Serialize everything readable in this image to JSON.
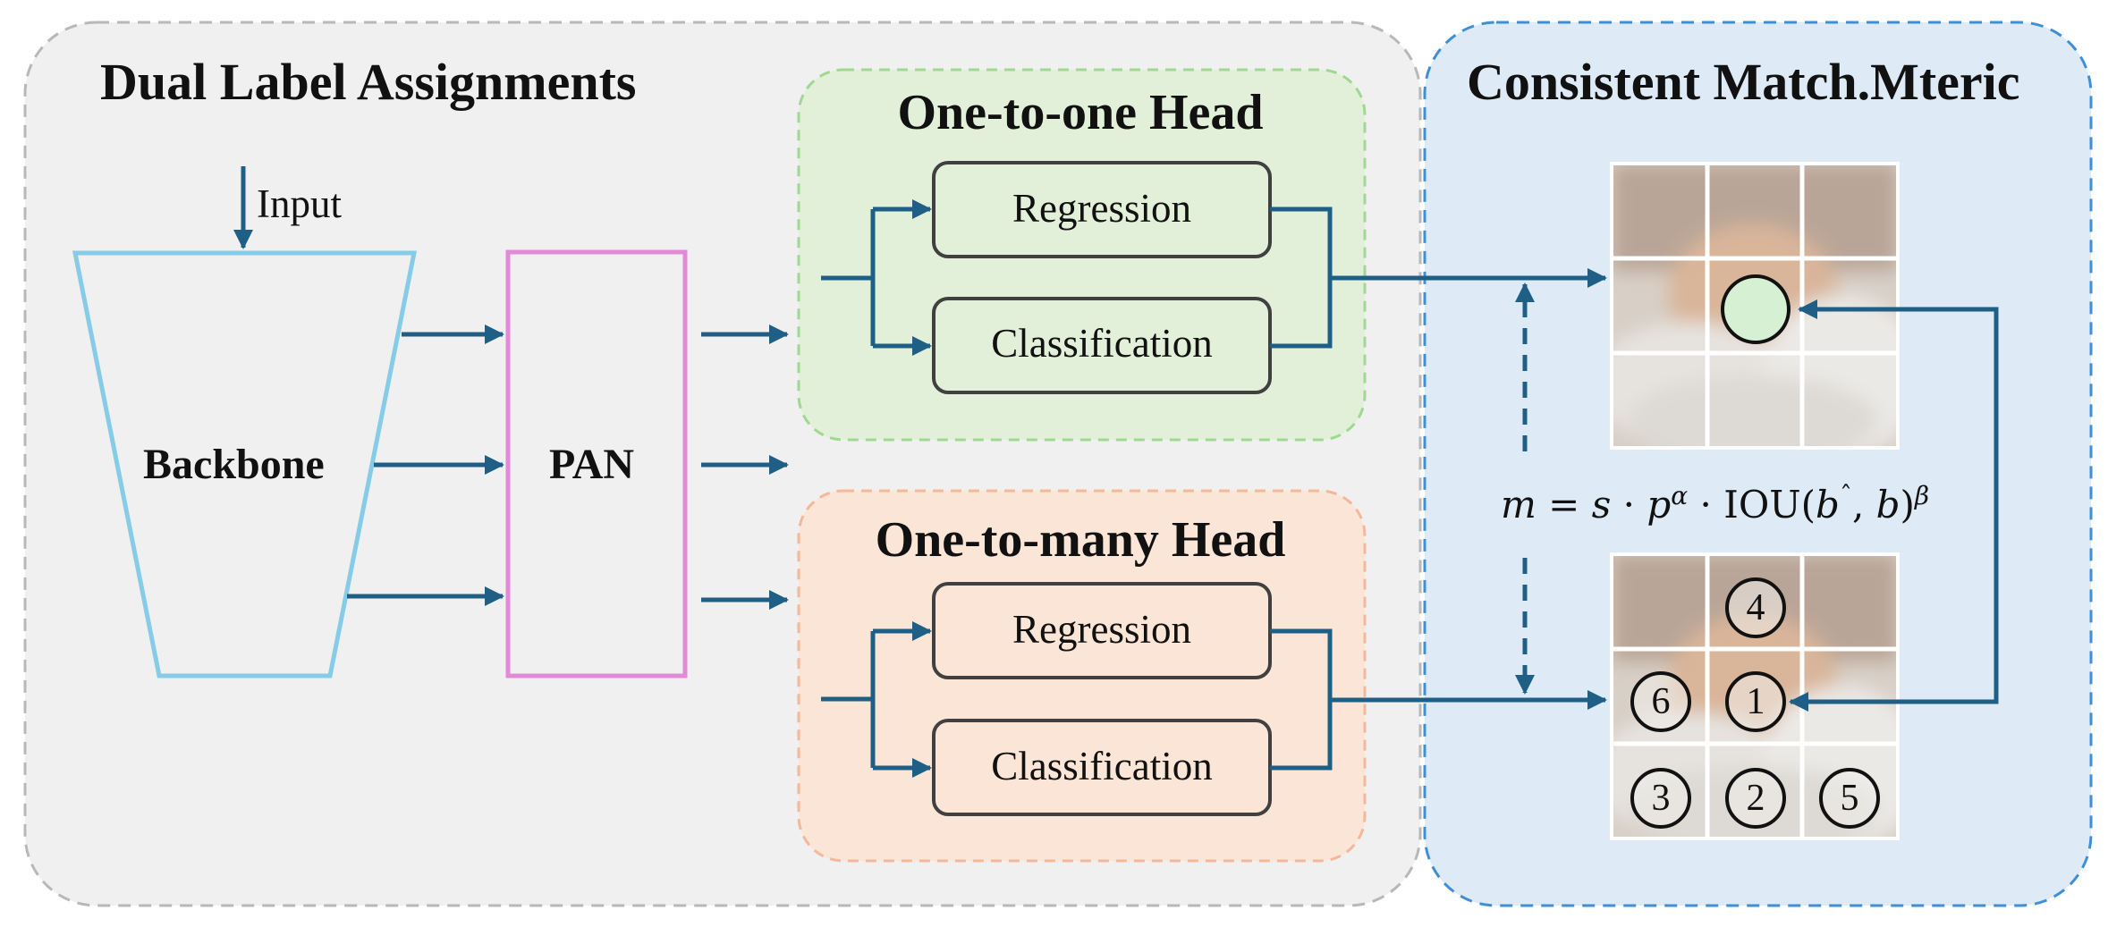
{
  "left_panel": {
    "title": "Dual Label Assignments"
  },
  "right_panel": {
    "title": "Consistent Match.Mteric"
  },
  "input": {
    "label": "Input"
  },
  "backbone": {
    "label": "Backbone"
  },
  "pan": {
    "label": "PAN"
  },
  "one_to_one_head": {
    "title": "One-to-one Head",
    "regression": "Regression",
    "classification": "Classification"
  },
  "one_to_many_head": {
    "title": "One-to-many Head",
    "regression": "Regression",
    "classification": "Classification"
  },
  "formula": {
    "m": "m",
    "eq": " = ",
    "s": "s",
    "dot": " · ",
    "p": "p",
    "alpha": "α",
    "iou": "IOU(",
    "b_hat": "b",
    "hat": "ˆ",
    "comma": ", ",
    "b": "b",
    "close": ")",
    "beta": "β"
  },
  "anchor_numbers": [
    "4",
    "6",
    "1",
    "3",
    "2",
    "5"
  ],
  "colors": {
    "arrow": "#1f5f85",
    "backbone_border": "#86cbe8",
    "pan_border": "#e28ad8",
    "left_panel_bg": "#f0f0f0",
    "right_panel_bg": "#deebf7",
    "one_to_one_bg": "#e2f0d9",
    "one_to_many_bg": "#fbe5d6",
    "selected_anchor": "#d5f0d2"
  }
}
